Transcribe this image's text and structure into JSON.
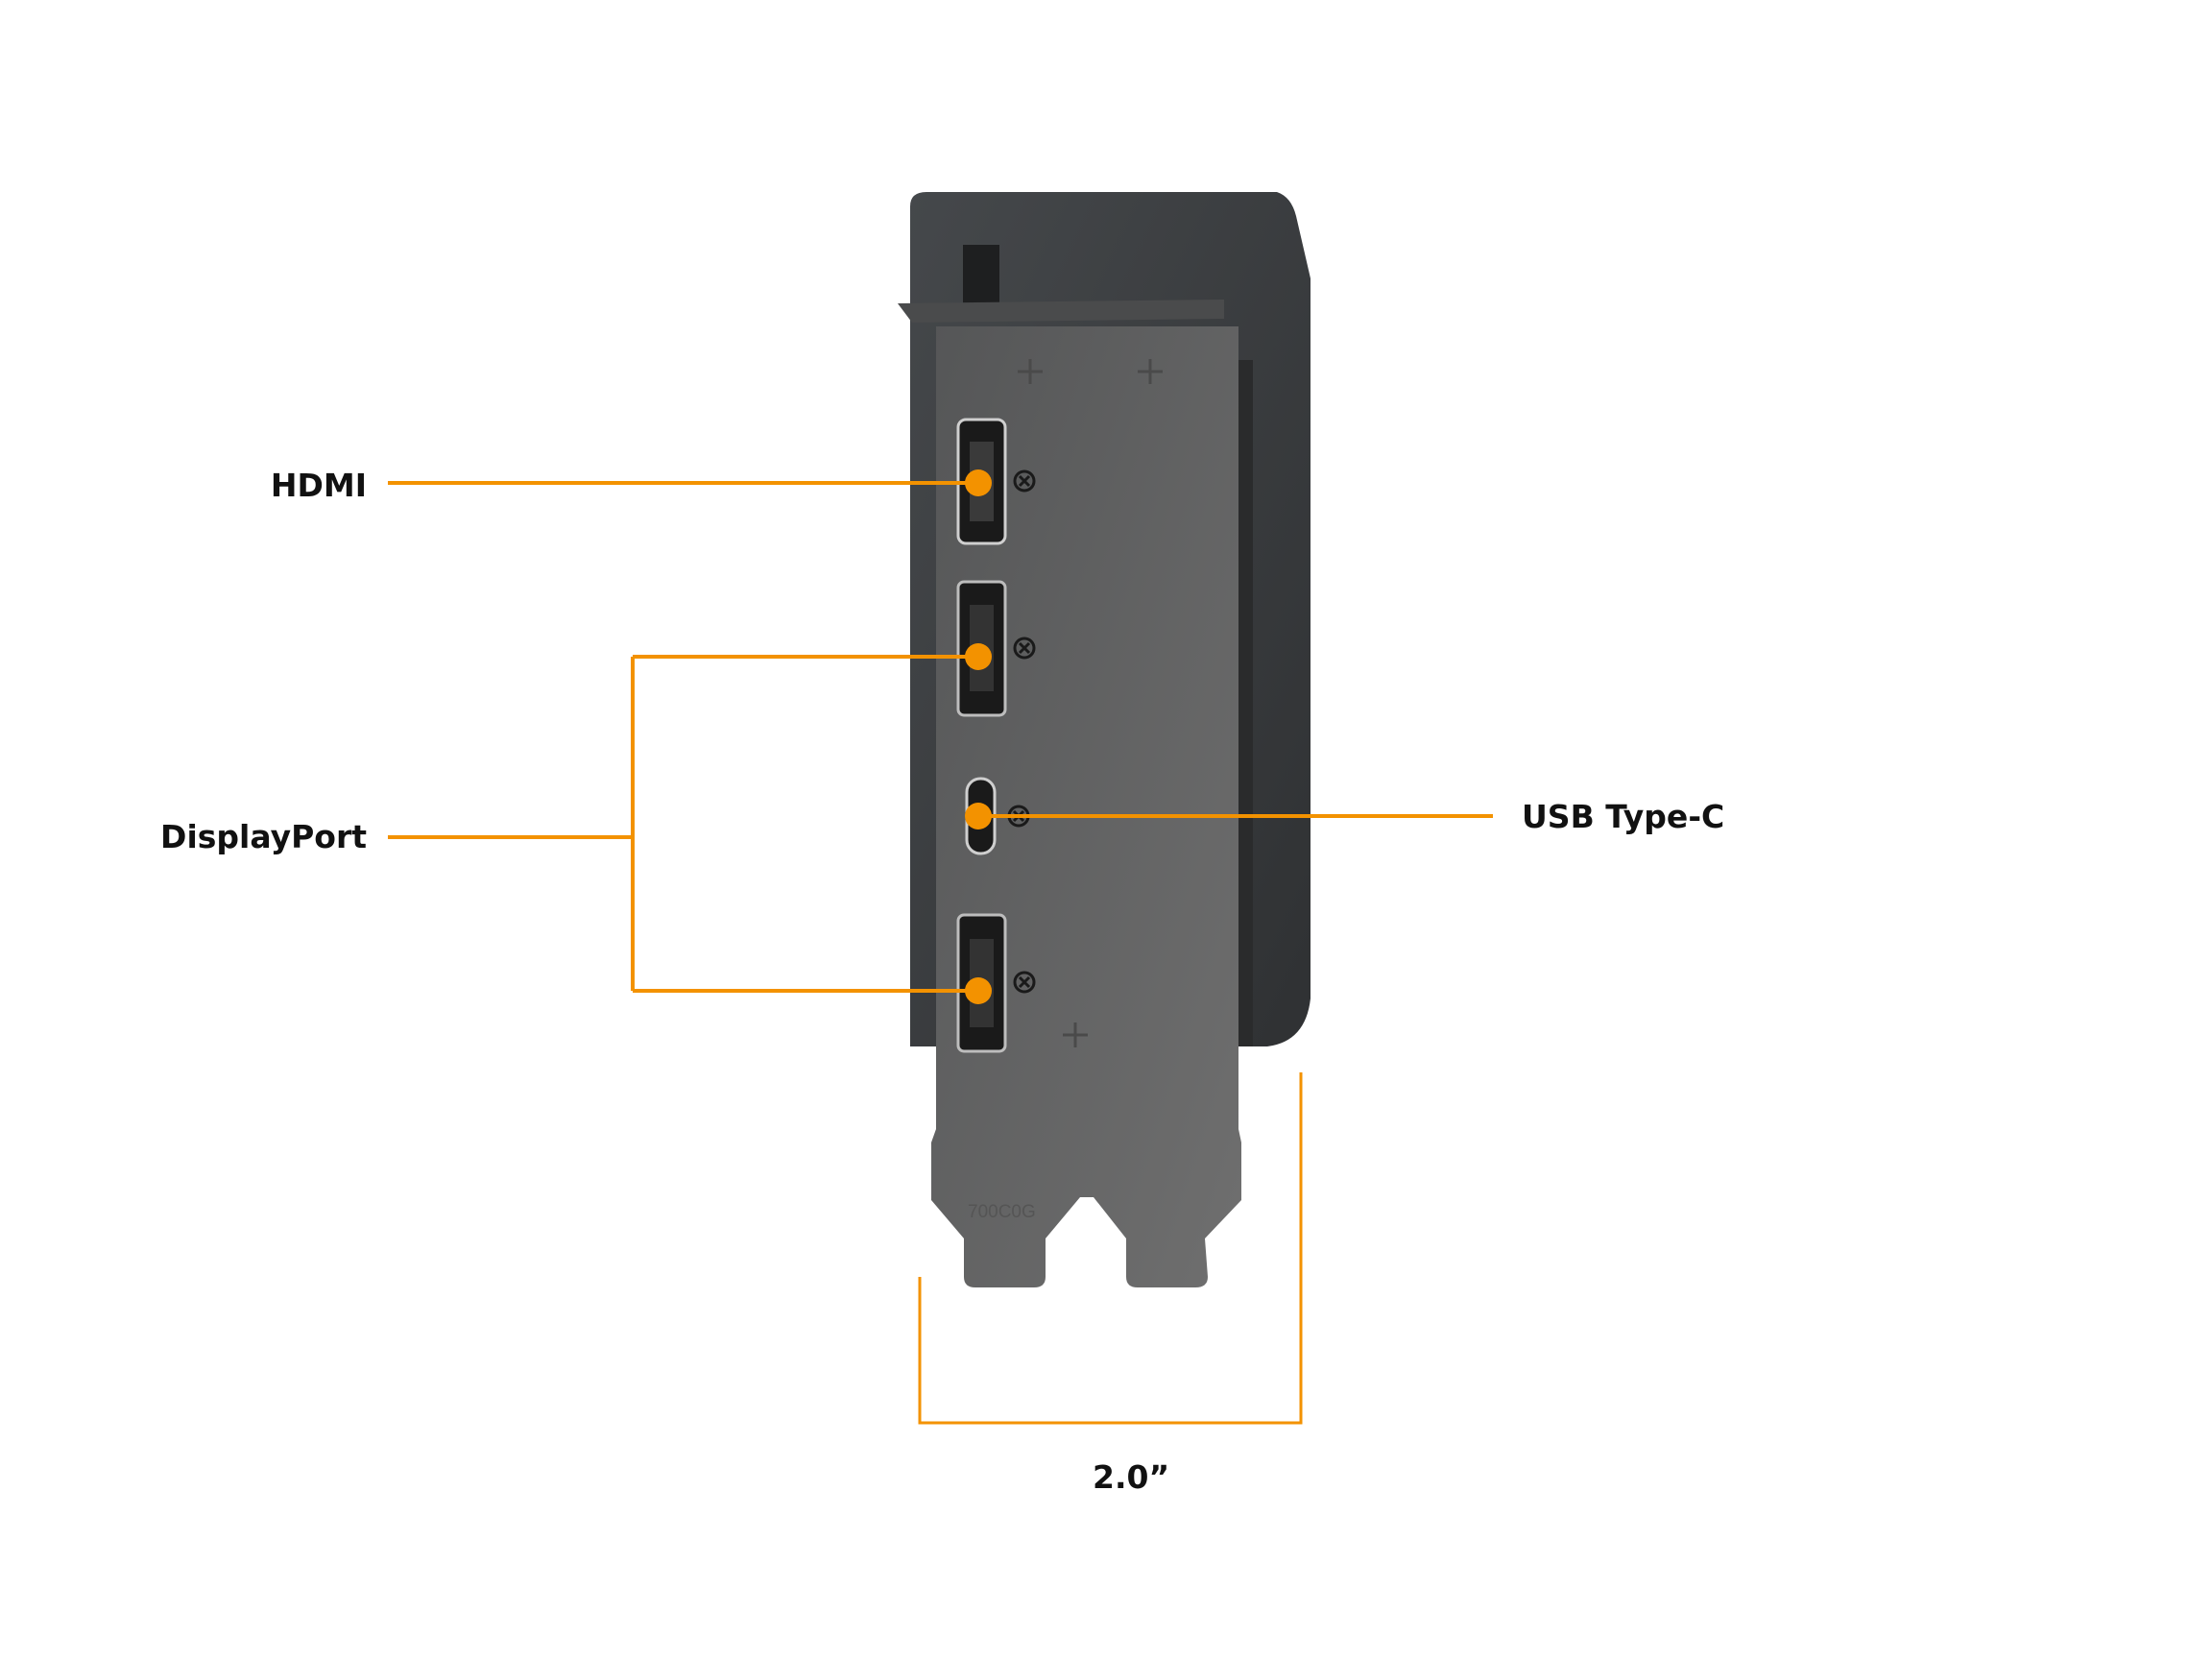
{
  "labels": {
    "hdmi": "HDMI",
    "displayport": "DisplayPort",
    "usb_c": "USB Type-C",
    "width": "2.0”"
  },
  "bracket_marking": "700C0G",
  "colors": {
    "accent": "#f39200",
    "shroud": "#3b3d3f",
    "bracket": "#626364",
    "text": "#111111"
  }
}
